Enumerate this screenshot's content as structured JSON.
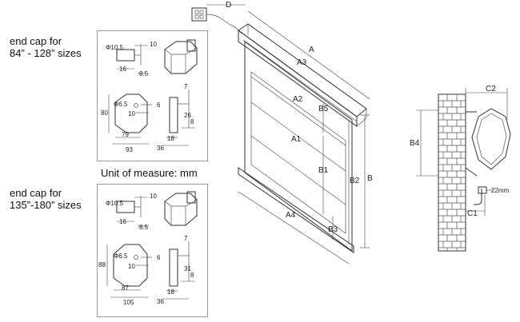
{
  "left_column": {
    "cap_small": {
      "heading_line1": "end cap for",
      "heading_line2": "84” - 128” sizes",
      "dims": {
        "hole": "Φ10.5",
        "h10": "10",
        "w16": "16",
        "w8_5": "8.5",
        "d80": "80",
        "hole2": "Φ6.5",
        "six": "6",
        "ten2": "10",
        "w79": "79",
        "w93": "93",
        "seven": "7",
        "w26": "26",
        "eight": "8",
        "w18": "18",
        "w36": "36"
      }
    },
    "unit_text": "Unit of measure: mm",
    "cap_large": {
      "heading_line1": "end cap for",
      "heading_line2": "135”-180” sizes",
      "dims": {
        "hole": "Φ10.5",
        "h10": "10",
        "w16": "16",
        "w8_5": "8.5",
        "d88": "88",
        "hole2": "Φ6.5",
        "six": "6",
        "ten2": "10",
        "w87": "87",
        "w105": "105",
        "seven": "7",
        "w31": "31",
        "eight": "8",
        "w18": "18",
        "w36": "36"
      }
    }
  },
  "screen": {
    "labels": {
      "D": "D",
      "A": "A",
      "A3": "A3",
      "A2": "A2",
      "B5": "B5",
      "A1": "A1",
      "B1": "B1",
      "B2": "B2",
      "B": "B",
      "A4": "A4",
      "B3": "B3"
    }
  },
  "wall_detail": {
    "labels": {
      "C2": "C2",
      "B4": "B4",
      "mm22": "22mm",
      "C1": "C1"
    }
  }
}
